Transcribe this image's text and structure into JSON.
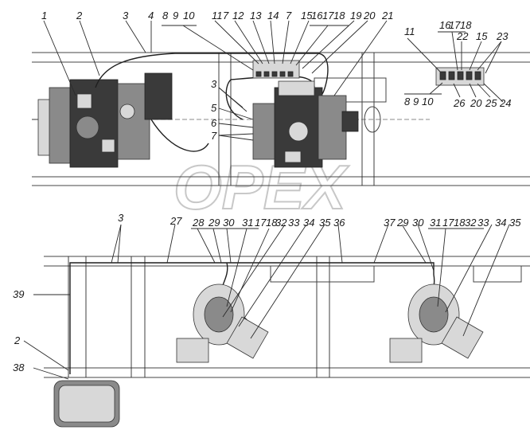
{
  "watermark": "OPEX",
  "callouts_top": [
    "1",
    "2",
    "3",
    "4",
    "8",
    "9",
    "10",
    "11",
    "7",
    "12",
    "13",
    "14",
    "7",
    "15",
    "16",
    "17",
    "18",
    "19",
    "20",
    "21"
  ],
  "callouts_top_left_side": [
    "3",
    "5",
    "6",
    "7"
  ],
  "detail_callouts_top": [
    "11",
    "16",
    "17",
    "18",
    "22",
    "15",
    "23"
  ],
  "detail_callouts_bottom": [
    "8",
    "9",
    "10",
    "26",
    "20",
    "25",
    "24"
  ],
  "callouts_bottom_row": [
    "3",
    "27",
    "28",
    "29",
    "30",
    "31",
    "17",
    "18",
    "32",
    "33",
    "34",
    "35",
    "36",
    "37",
    "29",
    "30",
    "31",
    "17",
    "18",
    "32",
    "33",
    "34",
    "35"
  ],
  "callouts_bottom_left": [
    "39",
    "2",
    "38"
  ]
}
